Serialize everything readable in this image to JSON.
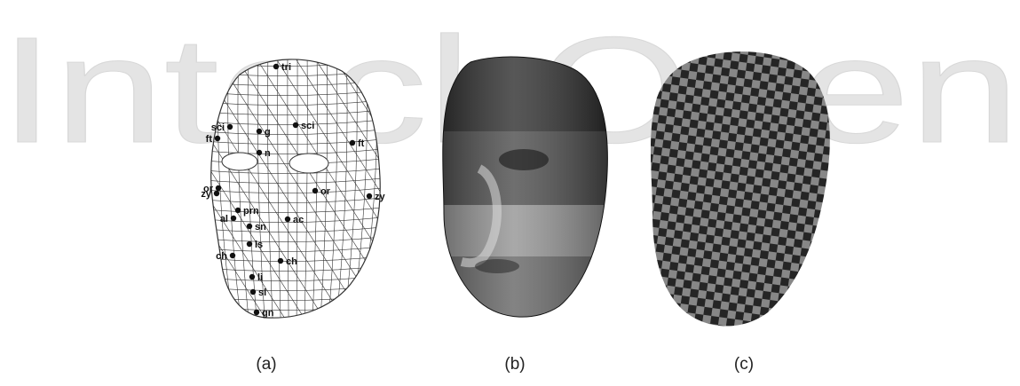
{
  "watermark": "IntechOpen",
  "panels": [
    {
      "id": "a",
      "caption": "(a)",
      "kind": "wireframe-mesh-with-landmarks"
    },
    {
      "id": "b",
      "caption": "(b)",
      "kind": "shaded-face-with-bands"
    },
    {
      "id": "c",
      "caption": "(c)",
      "kind": "checkerboard-textured-face"
    }
  ],
  "landmarks": [
    "tri",
    "sci",
    "sci",
    "g",
    "ft",
    "ft",
    "n",
    "or",
    "or",
    "zy",
    "zy",
    "prn",
    "al",
    "sn",
    "ac",
    "ls",
    "ch",
    "ch",
    "li",
    "sl",
    "gn"
  ],
  "colors": {
    "mesh": "#333333",
    "band_dark": "#1f1f1f",
    "band_mid": "#5a5a5a",
    "band_light": "#8c8c8c",
    "checker_dark": "#2b2b2b",
    "checker_light": "#9a9a9a",
    "watermark": "#e4e4e4"
  }
}
